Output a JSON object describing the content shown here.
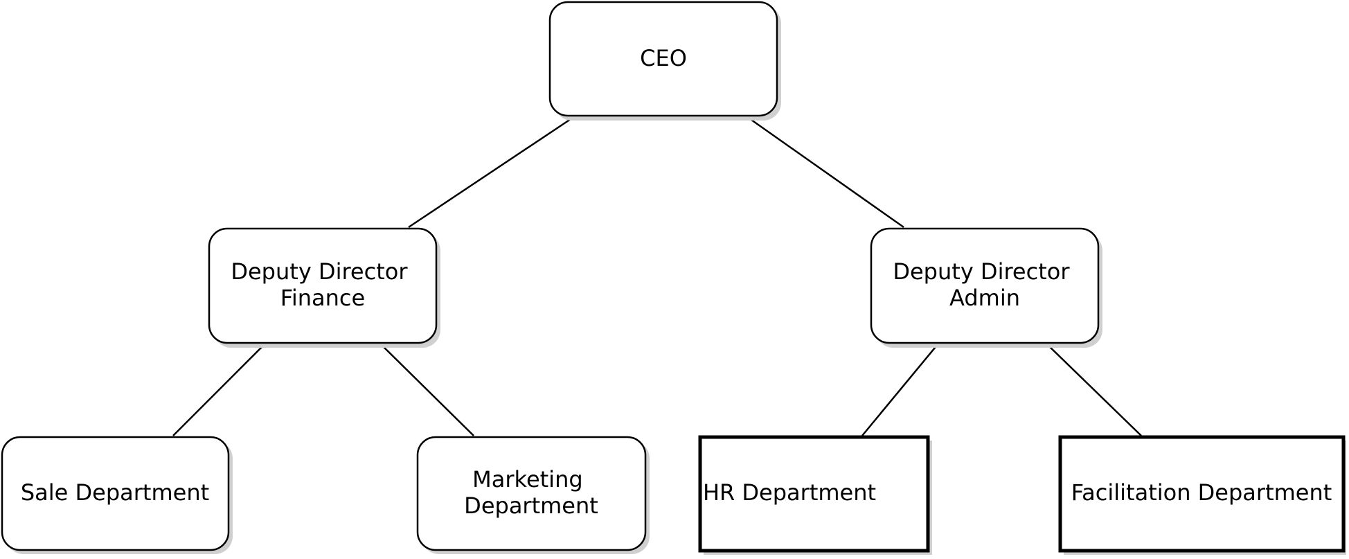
{
  "nodes": {
    "ceo": {
      "lines": [
        "CEO"
      ]
    },
    "finance": {
      "lines": [
        "Deputy Director",
        "Finance"
      ]
    },
    "admin": {
      "lines": [
        "Deputy Director",
        "Admin"
      ]
    },
    "sale": {
      "lines": [
        "Sale Department"
      ]
    },
    "marketing": {
      "lines": [
        "Marketing",
        "Department"
      ]
    },
    "hr": {
      "lines": [
        "HR Department"
      ]
    },
    "facilitation": {
      "lines": [
        "Facilitation Department"
      ]
    }
  },
  "edges": [
    {
      "from": "ceo",
      "to": "finance"
    },
    {
      "from": "ceo",
      "to": "admin"
    },
    {
      "from": "finance",
      "to": "sale"
    },
    {
      "from": "finance",
      "to": "marketing"
    },
    {
      "from": "admin",
      "to": "hr"
    },
    {
      "from": "admin",
      "to": "facilitation"
    }
  ]
}
